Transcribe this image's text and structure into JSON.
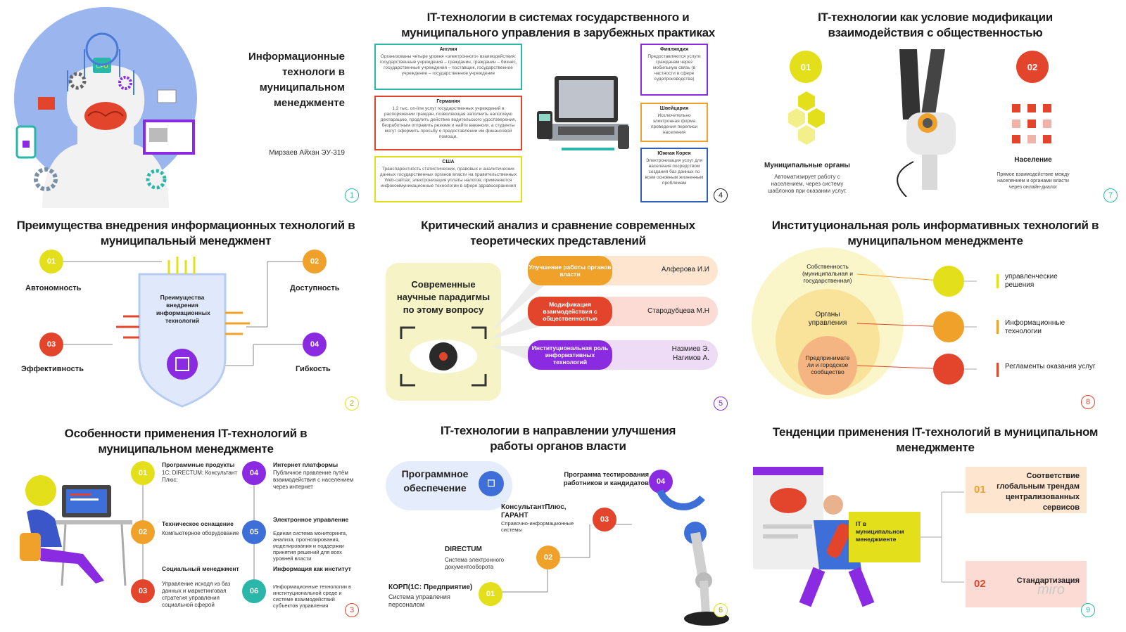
{
  "slides": {
    "s1": {
      "title": "Информационные технологи в муниципальном менеджменте",
      "author": "Мирзаев Айхан ЭУ-319",
      "cpu": "CPU",
      "num": "1"
    },
    "s4": {
      "title": "IT-технологии в системах государственного и муниципального управления в зарубежных практиках",
      "num": "4",
      "england": {
        "head": "Англия",
        "text": "Организованы четыре уровня «электронного» взаимодействия: государственные учреждения – гражданин, гражданин – бизнес, государственные учреждения – поставщик, государственное учреждение – государственное учреждение"
      },
      "germany": {
        "head": "Германия",
        "text": "1,2 тыс. on-line услуг государственных учреждений в распоряжении граждан, позволяющая заполнить налоговую декларацию, продлить действие водительского удостоверения, безработным отправить резюме и найти вакансии, а студенты могут оформить просьбу о предоставлении им финансовой помощи."
      },
      "usa": {
        "head": "США",
        "text": "Транспарентность статистических, правовых и аналитических данных государственных органов власти на правительственных Web-сайтах; электронизация уплаты налогов; применяются инфокоммуникационные технологии в сфере здравоохранения"
      },
      "finland": {
        "head": "Финляндия",
        "text": "Предоставляются услуги гражданам через мобильную связь (в частности в сфере судопроизводства)"
      },
      "switzerland": {
        "head": "Швейцария",
        "text": "Исключительно электронная форма проведения переписи населения"
      },
      "korea": {
        "head": "Южная Корея",
        "text": "Электронизация услуг для населения посредством создания баз данных по всем основным жизненным проблемам"
      }
    },
    "s7": {
      "title": "IT-технологии как условие модификации взаимодействия с общественностью",
      "num": "7",
      "c1": "01",
      "c2": "02",
      "left_head": "Муниципальные органы",
      "left_text": "Автоматизирует работу с населением, через систему шаблонов при оказании услуг.",
      "right_head": "Население",
      "right_text": "Прямое взаимодействие между населением и органами власти через онлайн-диалог"
    },
    "s2": {
      "title": "Преимущества внедрения информационных технологий в муниципальный менеджмент",
      "num": "2",
      "center": "Преимущества внедрения информационных технологий",
      "items": [
        {
          "n": "01",
          "label": "Автономность"
        },
        {
          "n": "02",
          "label": "Доступность"
        },
        {
          "n": "03",
          "label": "Эффективность"
        },
        {
          "n": "04",
          "label": "Гибкость"
        }
      ]
    },
    "s5": {
      "title": "Критический анализ и сравнение современных теоретических представлений",
      "num": "5",
      "left": "Современные научные парадигмы по этому вопросу",
      "rows": [
        {
          "pill": "Улучшение работы органов власти",
          "author": "Алферова И.И"
        },
        {
          "pill": "Модификация взаимодействия с общественностью",
          "author": "Стародубцева М.Н"
        },
        {
          "pill": "Институциональная роль информативных технологий",
          "author": "Назмиев Э. Нагимов А."
        }
      ]
    },
    "s8": {
      "title": "Институциональная роль информативных технологий в муниципальном менеджменте",
      "num": "8",
      "outer": "Собственность (муниципальная и государственная)",
      "middle": "Органы управления",
      "inner": "Предпринимате ли и городское сообщество",
      "items": [
        "управленческие решения",
        "Информационные технологии",
        "Регламенты оказания услуг"
      ]
    },
    "s3": {
      "title": "Особенности применения IT-технологий в муниципальном менеджменте",
      "num": "3",
      "items": [
        {
          "n": "01",
          "head": "Программные продукты",
          "text": "1С; DIRECTUM; Консультант Плюс;"
        },
        {
          "n": "02",
          "head": "Техническое оснащение",
          "text": "Компьютерное оборудование"
        },
        {
          "n": "03",
          "head": "Социальный менеджмент",
          "text": "Управление исходя из баз данных и маркетинговая стратегия управления социальной сферой"
        },
        {
          "n": "04",
          "head": "Интернет платформы",
          "text": "Публичное правление путём взаимодействия с населением через интернет"
        },
        {
          "n": "05",
          "head": "Электронное управление",
          "text": "Единая система мониторинга, анализа, прогнозирования, моделирования и поддержки принятия решений для всех уровней власти"
        },
        {
          "n": "06",
          "head": "Информация как институт",
          "text": "Информационные технологии в институциональной среде и системе взаимодействий субъектов управления"
        }
      ]
    },
    "s6": {
      "title": "IT-технологии в направлении улучшения работы органов власти",
      "num": "6",
      "badge": "Программное обеспечение",
      "steps": [
        {
          "n": "01",
          "head": "КОРП(1С: Предприятие)",
          "text": "Система управления персоналом"
        },
        {
          "n": "02",
          "head": "DIRECTUM",
          "text": "Система электронного документооборота"
        },
        {
          "n": "03",
          "head": "КонсультантПлюс, ГАРАНТ",
          "text": "Справочно-информационные системы"
        },
        {
          "n": "04",
          "head": "Программа тестирования работников и кандидатов",
          "text": ""
        }
      ]
    },
    "s9": {
      "title": "Тенденции применения IT-технологий в муниципальном менеджменте",
      "num": "9",
      "center": "IT в муниципальном менеджменте",
      "items": [
        {
          "n": "01",
          "text": "Соответствие глобальным трендам централизованных сервисов"
        },
        {
          "n": "02",
          "text": "Стандартизация"
        }
      ],
      "watermark": "miro"
    }
  },
  "colors": {
    "yellow": "#e3e01b",
    "orange": "#f0a12a",
    "red": "#e2452c",
    "purple": "#8a2be2",
    "teal": "#2ab7a9",
    "blue": "#4a7ad8"
  }
}
